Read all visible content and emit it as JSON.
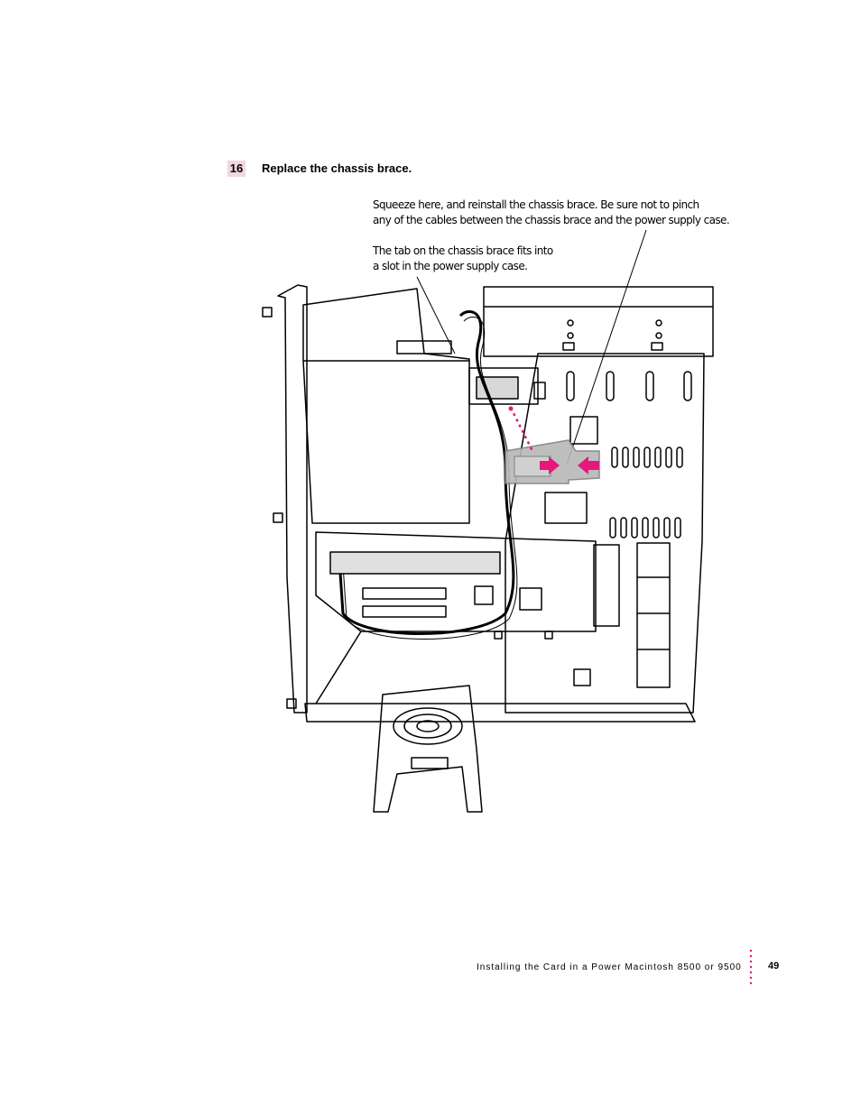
{
  "step": {
    "number": "16",
    "instruction": "Replace the chassis brace."
  },
  "callouts": {
    "squeeze_line1": "Squeeze here, and reinstall the chassis brace. Be sure not to pinch",
    "squeeze_line2": "any of the cables between the chassis brace and the power supply case.",
    "tab_line1": "The tab on the chassis brace fits into",
    "tab_line2": "a slot in the power supply case."
  },
  "footer": {
    "running_title": "Installing the Card in a Power Macintosh 8500 or 9500",
    "page_number": "49"
  },
  "colors": {
    "accent_magenta": "#e6177a",
    "step_badge": "#f2d6e0",
    "brace_gray": "#b8b8b8"
  }
}
